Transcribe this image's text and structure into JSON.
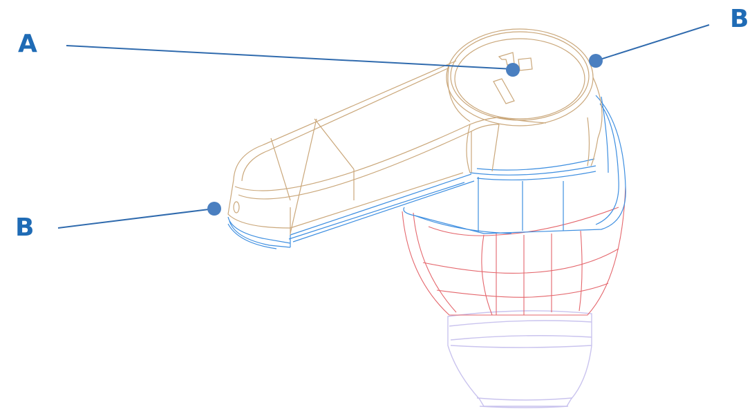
{
  "colors": {
    "callout": "#2f6aad",
    "label": "#1f6bb5",
    "stem_outline": "#caa77a",
    "body_outline": "#3d8ee0",
    "tip_outline": "#e4656b",
    "eartip_outline": "#c9c3ee"
  },
  "callouts": [
    {
      "id": "callout-a",
      "label": "A"
    },
    {
      "id": "callout-b-top",
      "label": "B"
    },
    {
      "id": "callout-b-left",
      "label": "B"
    }
  ]
}
